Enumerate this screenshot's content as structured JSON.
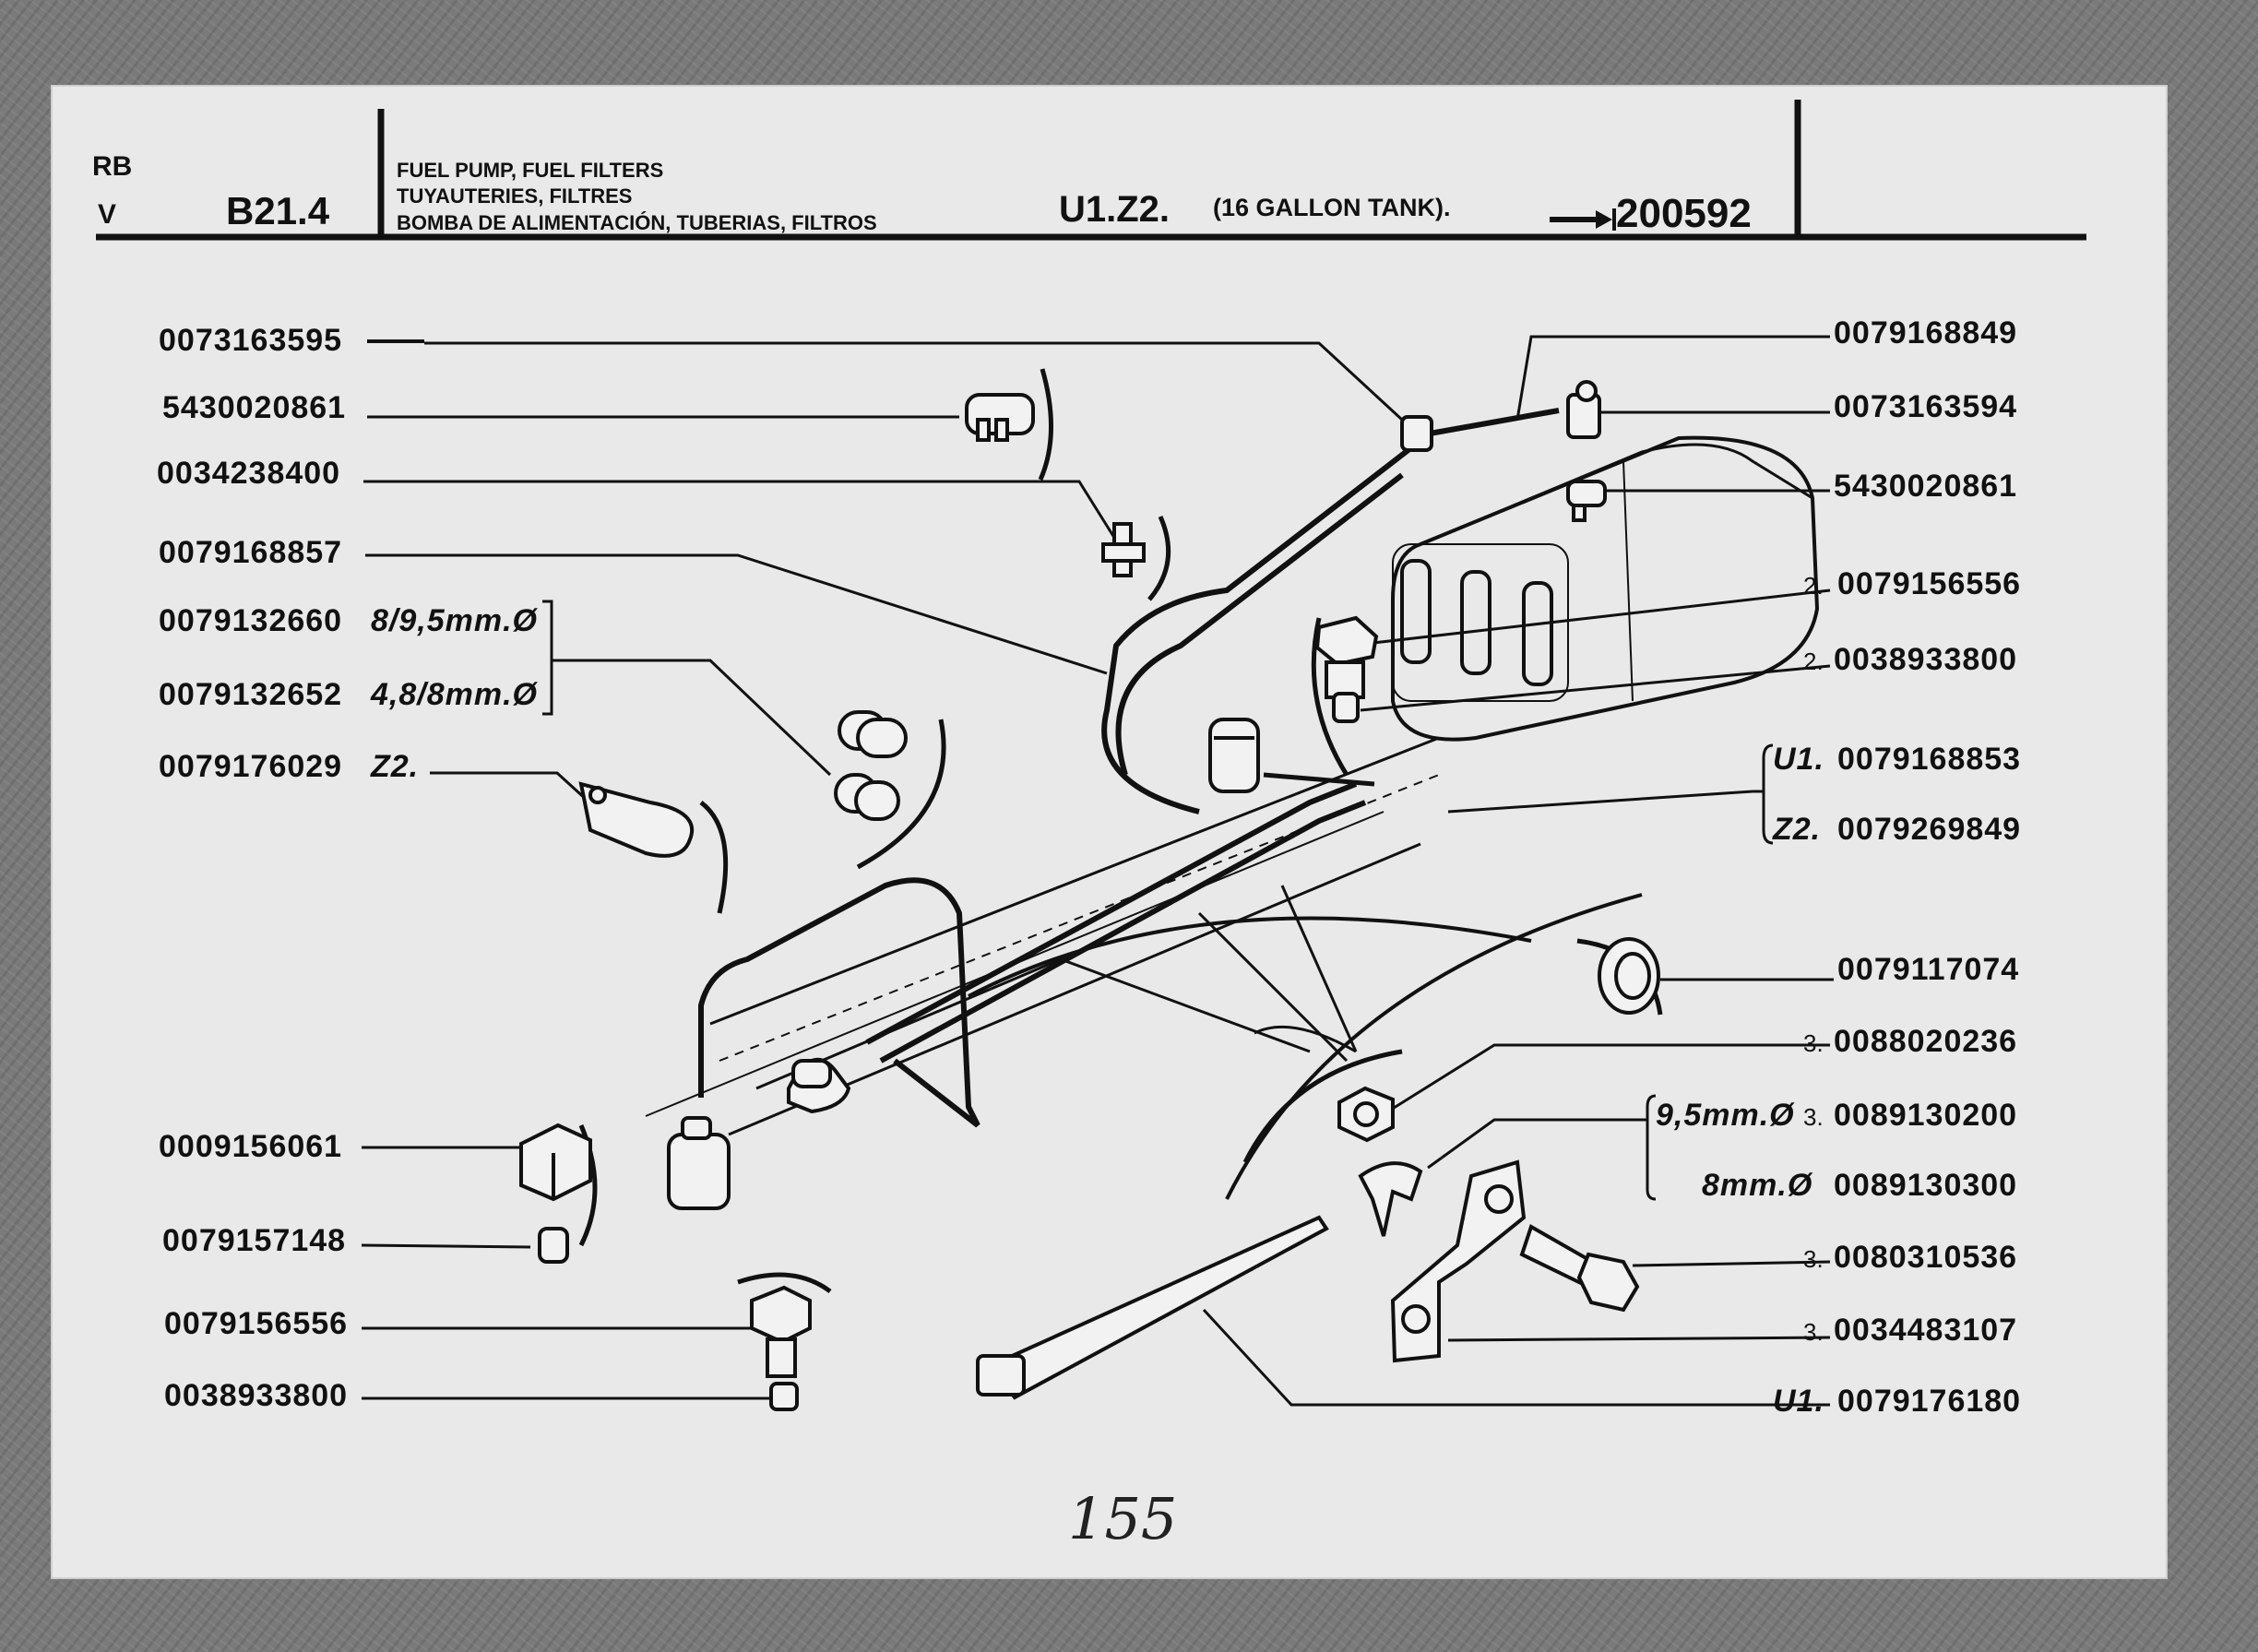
{
  "header": {
    "code_top": "RB",
    "code_bottom": "V",
    "section": "B21.4",
    "title_lines": [
      "FUEL PUMP, FUEL FILTERS",
      "TUYAUTERIES, FILTRES",
      "BOMBA DE ALIMENTACIÓN, TUBERIAS, FILTROS"
    ],
    "model": "U1.Z2.",
    "model_note": "(16 GALLON TANK).",
    "serial": "200592"
  },
  "left_labels": [
    {
      "number": "0073163595",
      "spec": ""
    },
    {
      "number": "5430020861",
      "spec": ""
    },
    {
      "number": "0034238400",
      "spec": ""
    },
    {
      "number": "0079168857",
      "spec": ""
    },
    {
      "number": "0079132660",
      "spec": "8/9,5mm.Ø"
    },
    {
      "number": "0079132652",
      "spec": "4,8/8mm.Ø"
    },
    {
      "number": "0079176029",
      "spec": "Z2."
    },
    {
      "number": "0009156061",
      "spec": ""
    },
    {
      "number": "0079157148",
      "spec": ""
    },
    {
      "number": "0079156556",
      "spec": ""
    },
    {
      "number": "0038933800",
      "spec": ""
    }
  ],
  "right_labels": [
    {
      "prefix": "",
      "number": "0079168849",
      "spec": ""
    },
    {
      "prefix": "",
      "number": "0073163594",
      "spec": ""
    },
    {
      "prefix": "",
      "number": "5430020861",
      "spec": ""
    },
    {
      "prefix": "2.",
      "number": "0079156556",
      "spec": ""
    },
    {
      "prefix": "2.",
      "number": "0038933800",
      "spec": ""
    },
    {
      "prefix": "U1.",
      "number": "0079168853",
      "spec": ""
    },
    {
      "prefix": "Z2.",
      "number": "0079269849",
      "spec": ""
    },
    {
      "prefix": "",
      "number": "0079117074",
      "spec": ""
    },
    {
      "prefix": "3.",
      "number": "0088020236",
      "spec": ""
    },
    {
      "prefix": "3.",
      "number": "0089130200",
      "spec": "9,5mm.Ø"
    },
    {
      "prefix": "",
      "number": "0089130300",
      "spec": "8mm.Ø"
    },
    {
      "prefix": "3.",
      "number": "0080310536",
      "spec": ""
    },
    {
      "prefix": "3.",
      "number": "0034483107",
      "spec": ""
    },
    {
      "prefix": "U1.",
      "number": "0079176180",
      "spec": ""
    }
  ],
  "page_number": "155"
}
